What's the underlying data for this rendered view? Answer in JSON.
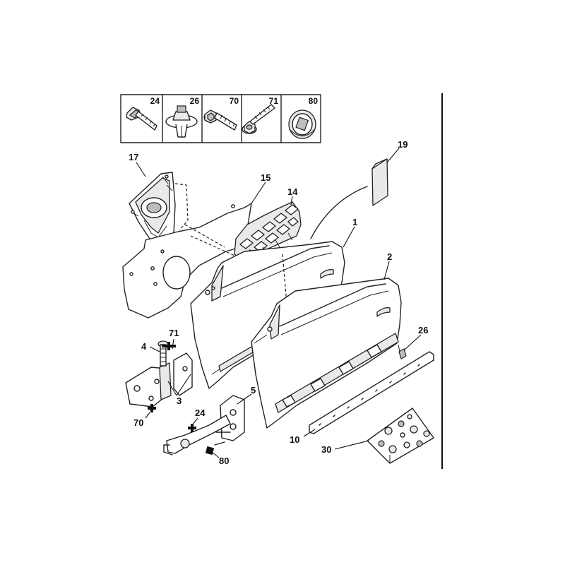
{
  "legend": [
    {
      "ref": "24",
      "icon": "bolt-hex-flange-icon"
    },
    {
      "ref": "26",
      "icon": "clip-nut-icon"
    },
    {
      "ref": "70",
      "icon": "bolt-hex-collar-icon"
    },
    {
      "ref": "71",
      "icon": "bolt-washer-icon"
    },
    {
      "ref": "80",
      "icon": "grommet-plug-icon"
    }
  ],
  "callouts": {
    "c17": "17",
    "c15": "15",
    "c14": "14",
    "c19": "19",
    "c1": "1",
    "c2": "2",
    "c26": "26",
    "c71": "71",
    "c4": "4",
    "c3": "3",
    "c70": "70",
    "c5": "5",
    "c24": "24",
    "c80": "80",
    "c10": "10",
    "c30": "30"
  },
  "colors": {
    "line": "#222222",
    "fill_light": "#e9e9e9",
    "fill_dark": "#bdbdbd"
  }
}
